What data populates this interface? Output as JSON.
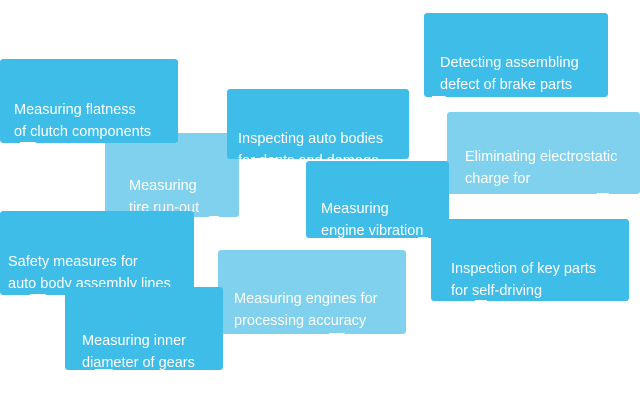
{
  "colors": {
    "bubble_dark": "#3fbde9",
    "bubble_light": "#7fd1ee",
    "text": "#ffffff"
  },
  "bubbles": [
    {
      "id": "clutch",
      "text": "Measuring flatness\nof clutch components"
    },
    {
      "id": "tire",
      "text": "Measuring\ntire run-out"
    },
    {
      "id": "autobodies",
      "text": "Inspecting auto bodies\nfor dents and damage"
    },
    {
      "id": "brake",
      "text": "Detecting assembling\ndefect of brake parts"
    },
    {
      "id": "electrostatic",
      "text": "Eliminating electrostatic\ncharge for\nautomotive painting"
    },
    {
      "id": "vibration",
      "text": "Measuring\nengine vibration"
    },
    {
      "id": "selfdriving",
      "text": "Inspection of key parts\nfor self-driving"
    },
    {
      "id": "safety",
      "text": "Safety measures for\nauto body assembly lines"
    },
    {
      "id": "engines",
      "text": "Measuring engines for\nprocessing accuracy"
    },
    {
      "id": "gears",
      "text": "Measuring inner\ndiameter of gears"
    }
  ]
}
